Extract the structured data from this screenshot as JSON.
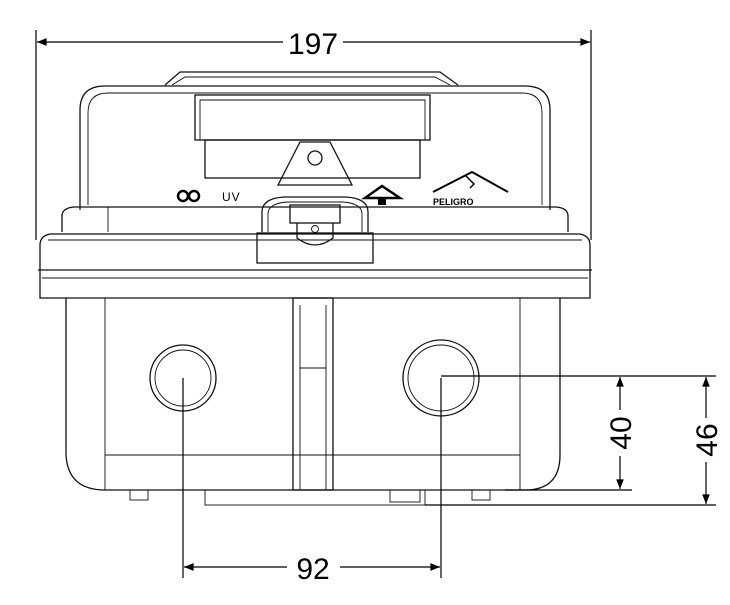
{
  "drawing": {
    "dimensions": {
      "overall_width": "197",
      "hole_spacing": "92",
      "hole_height_small": "40",
      "hole_height_large": "46"
    },
    "markings": {
      "uv_label": "UV",
      "danger_label": "PELIGRO"
    },
    "colors": {
      "line": "#111111",
      "background": "#ffffff"
    }
  }
}
